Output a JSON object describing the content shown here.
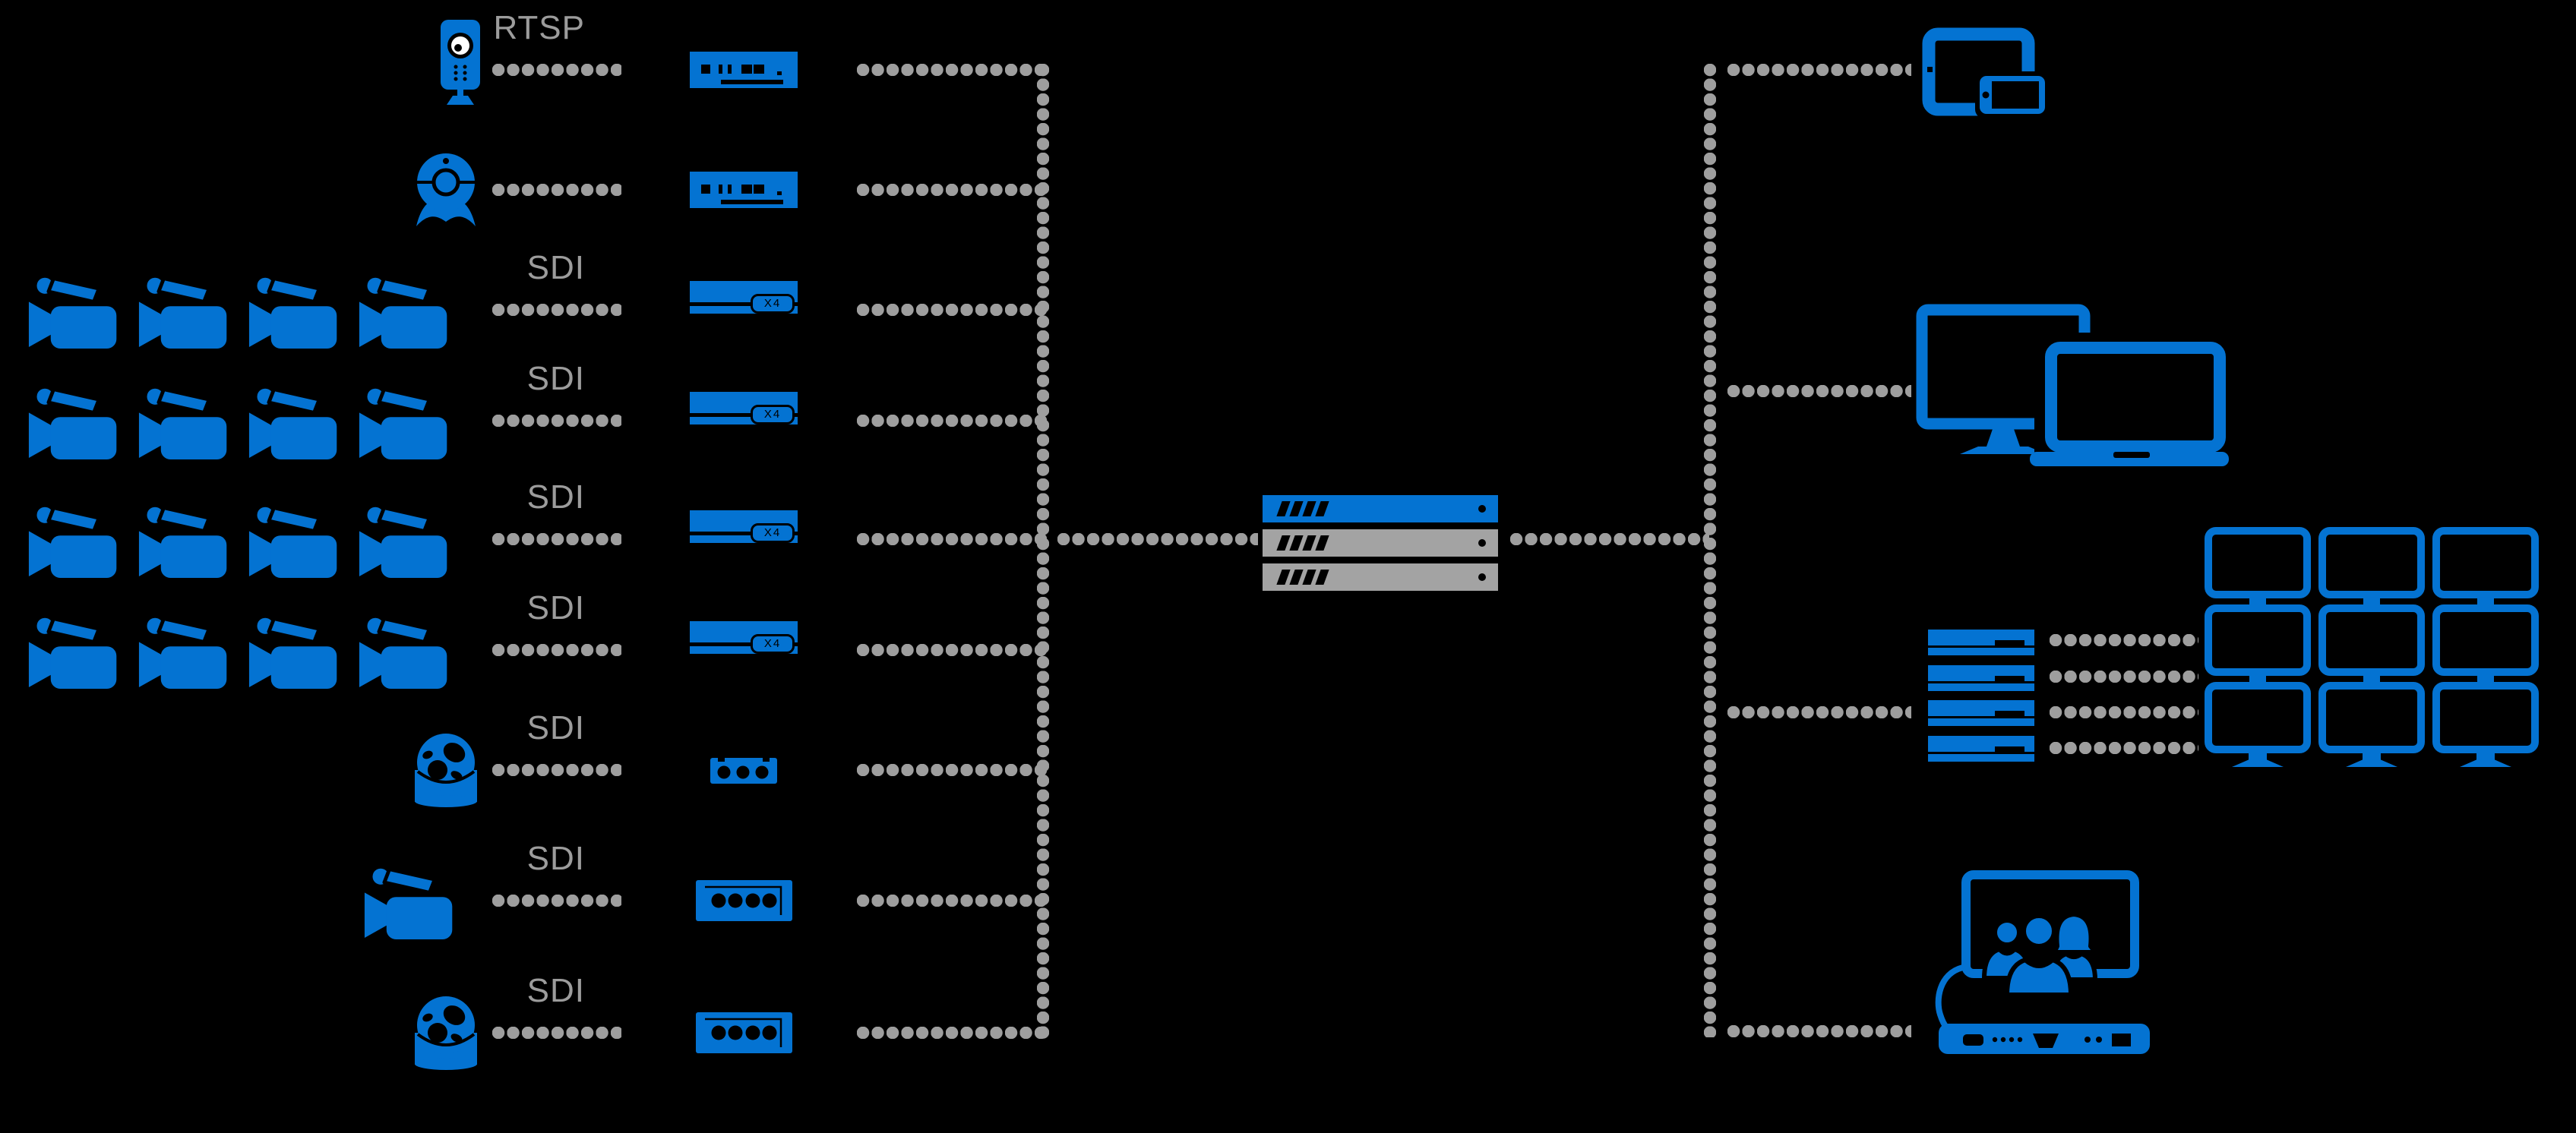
{
  "colors": {
    "blue": "#0473D2",
    "gray": "#9E9E9E",
    "label": "#9C9C9C",
    "srvgray": "#A3A3A3",
    "bg": "#000000"
  },
  "rows": [
    {
      "label": "RTSP",
      "source": "ip-camera",
      "count": 1,
      "encoder": "streaming-encoder"
    },
    {
      "label": "",
      "source": "webcam",
      "count": 1,
      "encoder": "streaming-encoder"
    },
    {
      "label": "SDI",
      "source": "studio-camera",
      "count": 4,
      "encoder": "rack-encoder",
      "encoder_badge": "X4"
    },
    {
      "label": "SDI",
      "source": "studio-camera",
      "count": 4,
      "encoder": "rack-encoder",
      "encoder_badge": "X4"
    },
    {
      "label": "SDI",
      "source": "studio-camera",
      "count": 4,
      "encoder": "rack-encoder",
      "encoder_badge": "X4"
    },
    {
      "label": "SDI",
      "source": "studio-camera",
      "count": 4,
      "encoder": "rack-encoder",
      "encoder_badge": "X4"
    },
    {
      "label": "SDI",
      "source": "ptz-dome-camera",
      "count": 1,
      "encoder": "mini-converter-3-port"
    },
    {
      "label": "SDI",
      "source": "studio-camera",
      "count": 1,
      "encoder": "io-box-4-port"
    },
    {
      "label": "SDI",
      "source": "ptz-dome-camera",
      "count": 1,
      "encoder": "io-box-4-port"
    }
  ],
  "server": {
    "units": 3,
    "unit_colors": [
      "#0473D2",
      "#A3A3A3",
      "#A3A3A3"
    ]
  },
  "outputs": [
    {
      "icon": "tablet-and-phone"
    },
    {
      "icon": "monitor-and-laptop"
    },
    {
      "icon": "decoder-stack-and-video-wall",
      "wall_rows": 3,
      "wall_cols": 3,
      "decoder_units": 4
    },
    {
      "icon": "video-conference-endpoint"
    }
  ]
}
